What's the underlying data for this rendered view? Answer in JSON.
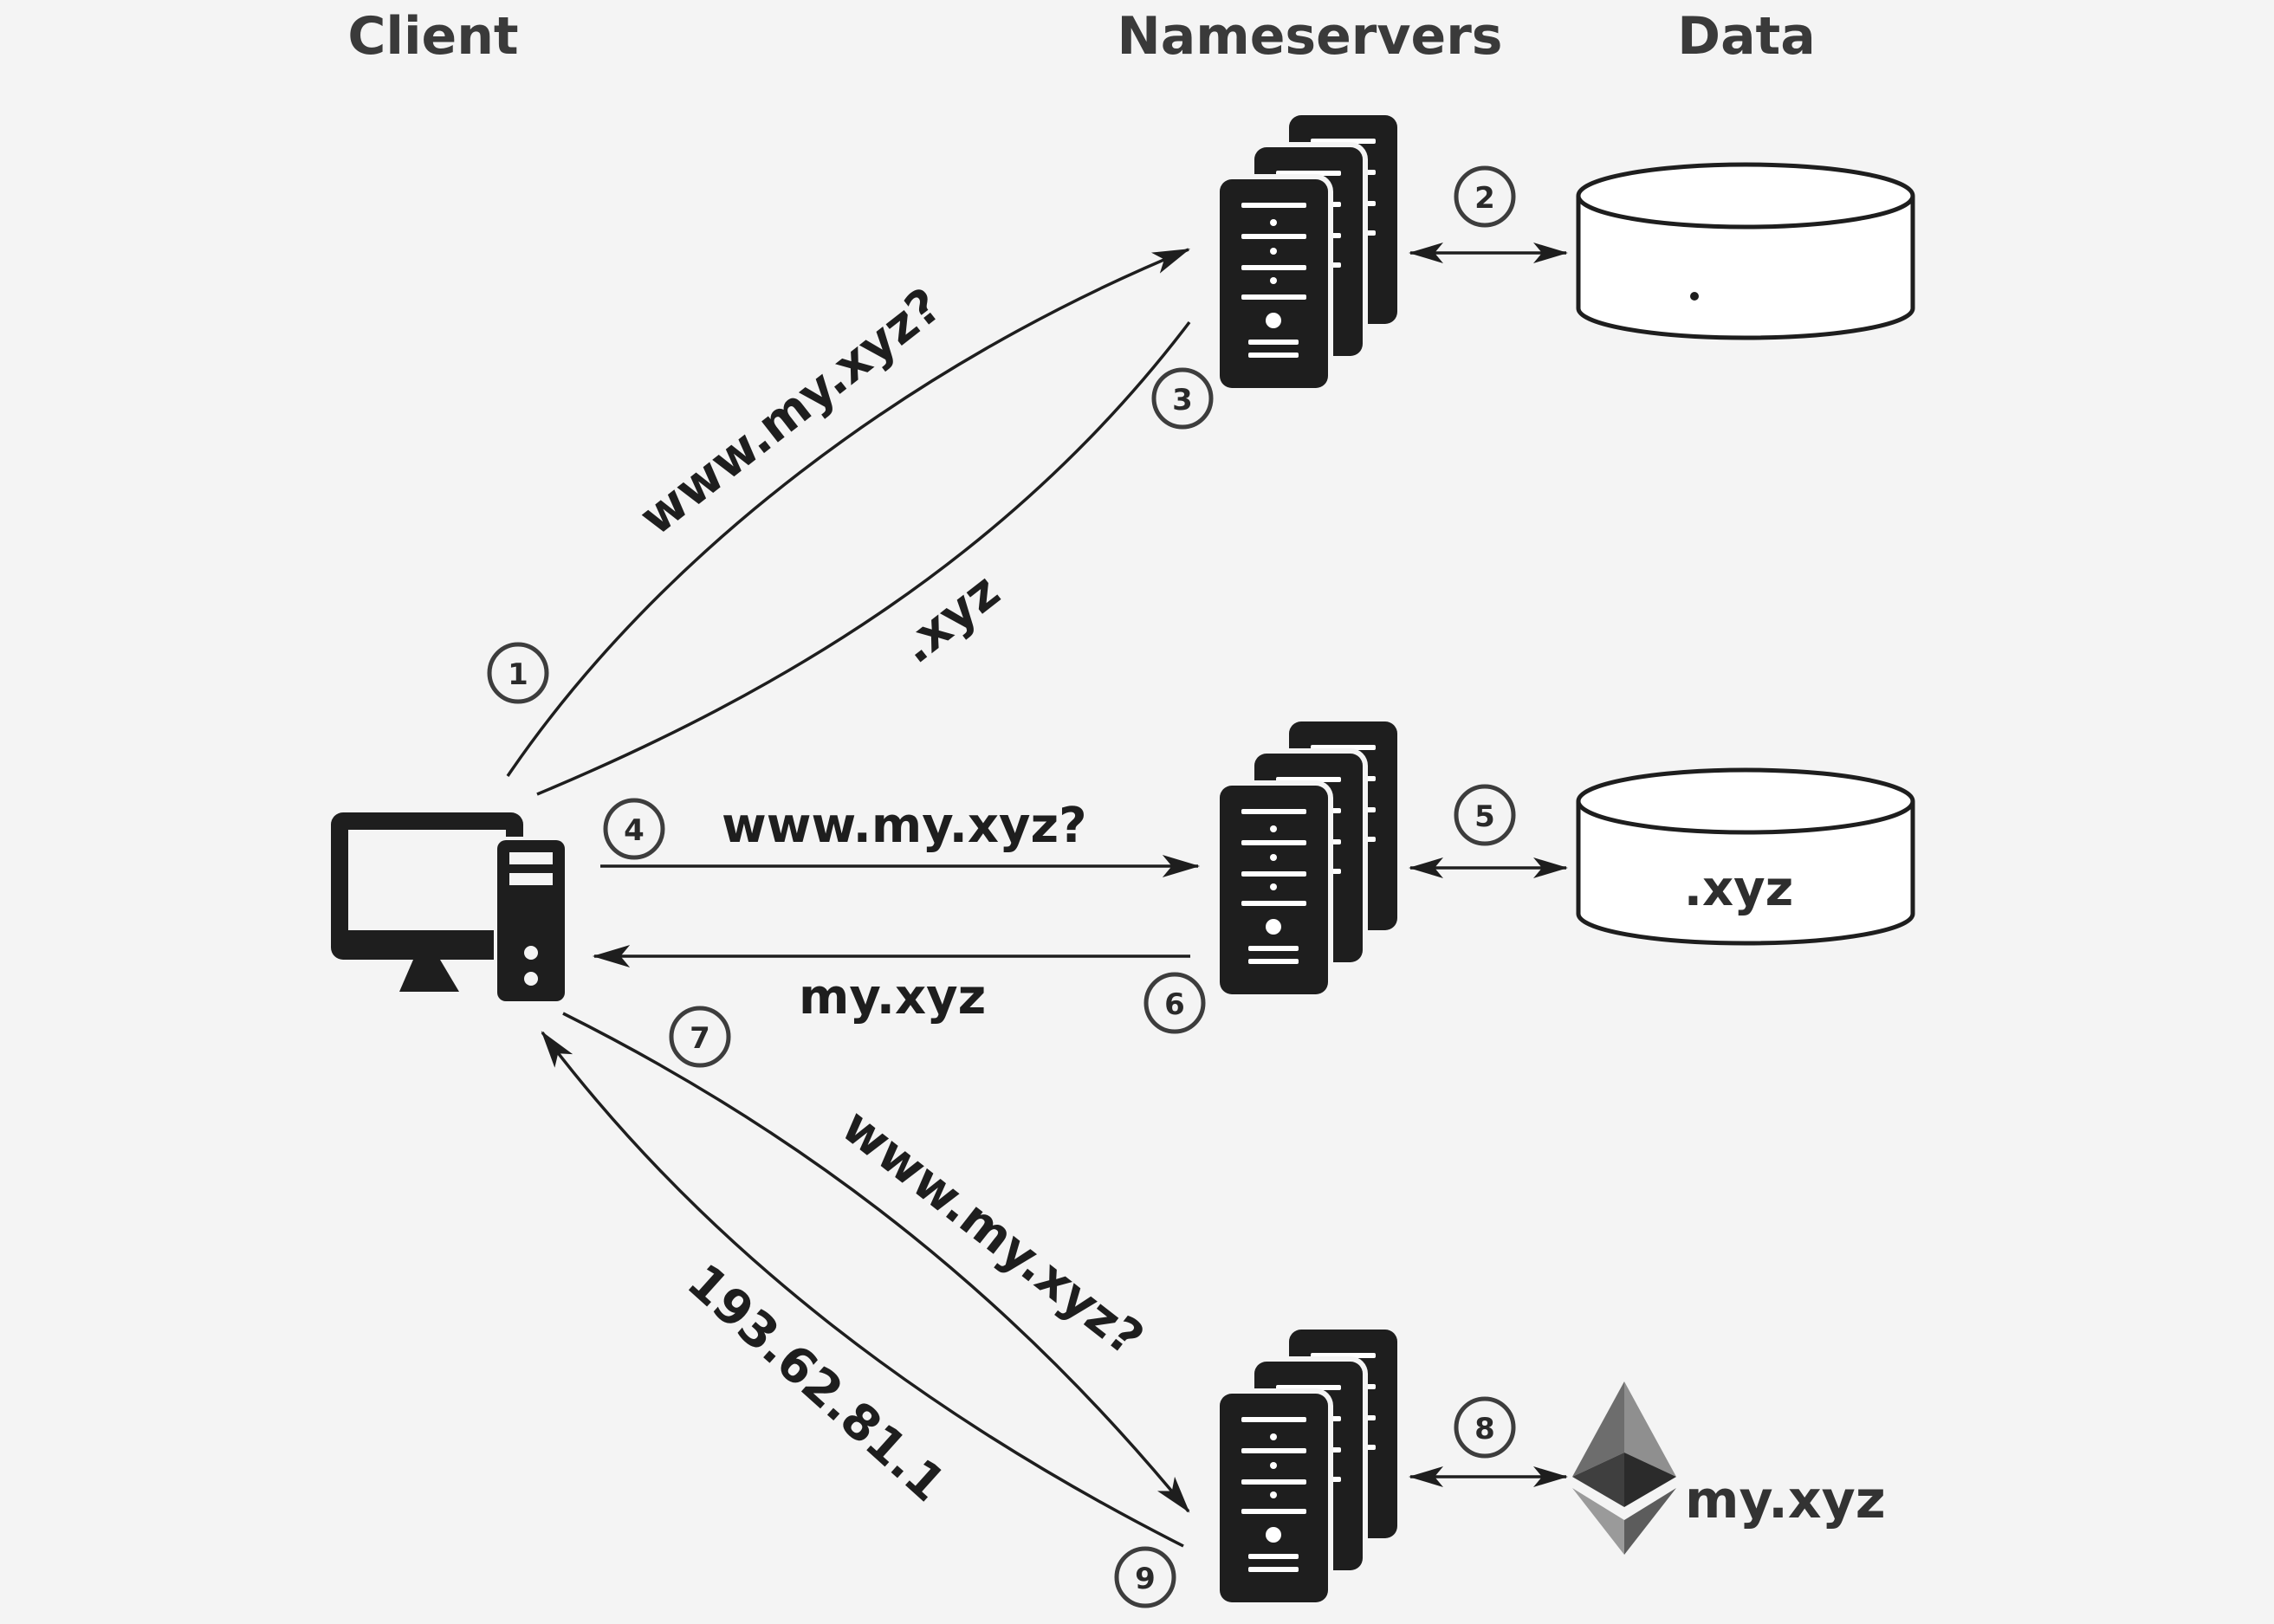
{
  "headers": {
    "client": "Client",
    "nameservers": "Nameservers",
    "data": "Data"
  },
  "steps": [
    "1",
    "2",
    "3",
    "4",
    "5",
    "6",
    "7",
    "8",
    "9"
  ],
  "arrow_labels": {
    "query_root": "www.my.xyz?",
    "reply_root": ".xyz",
    "query_tld": "www.my.xyz?",
    "reply_tld": "my.xyz",
    "query_final": "www.my.xyz?",
    "reply_final": "193.62.81.1"
  },
  "data_stores": {
    "root_store": ".",
    "tld_store": ".xyz",
    "blockchain_label": "my.xyz"
  },
  "icons": {
    "client": "desktop-computer-icon",
    "nameserver": "server-stack-icon",
    "database": "database-cylinder-icon",
    "blockchain": "ethereum-icon"
  },
  "colors": {
    "background": "#f4f4f4",
    "ink": "#1e1e1e",
    "header": "#3a3a3a"
  }
}
